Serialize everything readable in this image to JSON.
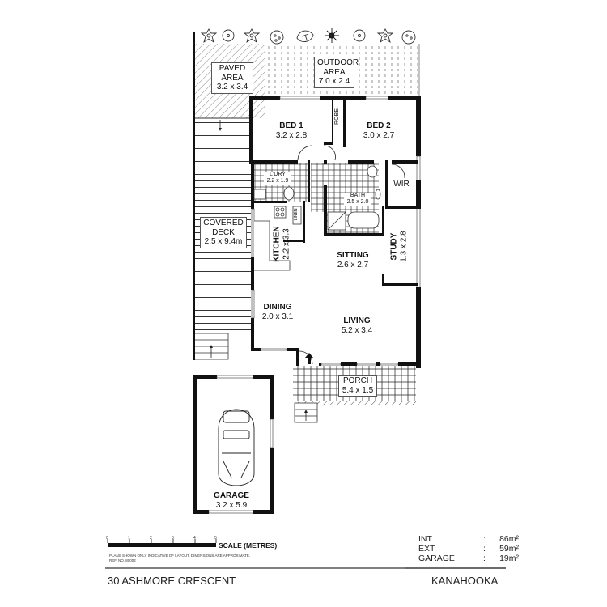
{
  "plan": {
    "address": "30 ASHMORE CRESCENT",
    "suburb": "KANAHOOKA",
    "rooms": [
      {
        "id": "paved-area",
        "name": "PAVED\nAREA",
        "name_line1": "PAVED",
        "name_line2": "AREA",
        "dims": "3.2 x 3.4"
      },
      {
        "id": "outdoor-area",
        "name_line1": "OUTDOOR",
        "name_line2": "AREA",
        "dims": "7.0 x 2.4"
      },
      {
        "id": "bed-1",
        "name": "BED 1",
        "dims": "3.2 x 2.8"
      },
      {
        "id": "bed-2",
        "name": "BED 2",
        "dims": "3.0 x 2.7"
      },
      {
        "id": "robe",
        "name": "ROBE"
      },
      {
        "id": "wir",
        "name": "WIR"
      },
      {
        "id": "laundry",
        "name": "L'DRY",
        "dims": "2.2 x 1.9"
      },
      {
        "id": "bath",
        "name": "BATH",
        "dims": "2.5 x 2.0"
      },
      {
        "id": "linen",
        "name": "LINEN"
      },
      {
        "id": "kitchen",
        "name": "KITCHEN",
        "dims": "2.2 x 3.3"
      },
      {
        "id": "sitting",
        "name": "SITTING",
        "dims": "2.6 x 2.7"
      },
      {
        "id": "study",
        "name": "STUDY",
        "dims": "1.3 x 2.8"
      },
      {
        "id": "covered-deck",
        "name_line1": "COVERED",
        "name_line2": "DECK",
        "dims": "2.5 x 9.4m"
      },
      {
        "id": "dining",
        "name": "DINING",
        "dims": "2.0 x 3.1"
      },
      {
        "id": "living",
        "name": "LIVING",
        "dims": "5.2 x 3.4"
      },
      {
        "id": "porch",
        "name": "PORCH",
        "dims": "5.4 x 1.5"
      },
      {
        "id": "garage",
        "name": "GARAGE",
        "dims": "3.2 x 5.9"
      }
    ]
  },
  "scale": {
    "ticks": [
      "0",
      "1",
      "2",
      "3",
      "4",
      "5"
    ],
    "label": "SCALE (METRES)"
  },
  "disclaimer": {
    "line1": "PLANS SHOWN ONLY INDICATIVE OF LAYOUT.  DIMENSIONS ARE APPROXIMATE.",
    "line2": "Ref. No. 80002"
  },
  "areas": [
    {
      "label": "INT",
      "sep": ":",
      "value": "86m²"
    },
    {
      "label": "EXT",
      "sep": ":",
      "value": "59m²"
    },
    {
      "label": "GARAGE",
      "sep": ":",
      "value": "19m²"
    }
  ]
}
